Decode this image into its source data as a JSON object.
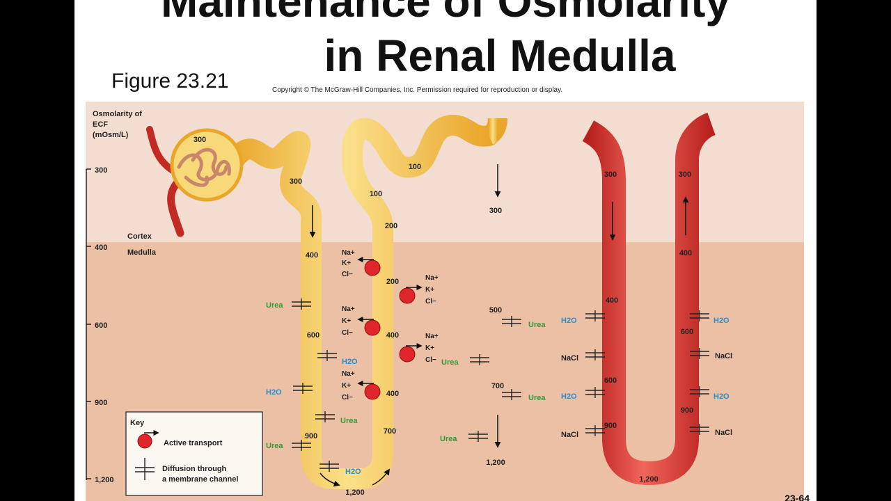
{
  "slide": {
    "title_line1": "Maintenance of Osmolarity",
    "title_line2": "in Renal Medulla",
    "figure_label": "Figure 23.21",
    "copyright": "Copyright © The McGraw-Hill Companies, Inc. Permission required for reproduction or display.",
    "slide_number": "23-64"
  },
  "diagram": {
    "axis_title": [
      "Osmolarity of",
      "ECF",
      "(mOsm/L)"
    ],
    "axis_ticks": [
      "300",
      "400",
      "600",
      "900",
      "1,200"
    ],
    "region_cortex": "Cortex",
    "region_medulla": "Medulla",
    "glomerulus_value": "300",
    "nephron_values": {
      "pct_300": "300",
      "desc_400": "400",
      "desc_600": "600",
      "desc_900": "900",
      "bottom_1200": "1,200",
      "asc_700": "700",
      "asc_400a": "400",
      "asc_400b": "400",
      "asc_200a": "200",
      "asc_200b": "200",
      "asc_100a": "100",
      "dct_100": "100",
      "cd_300": "300",
      "cd_500": "500",
      "cd_700": "700",
      "cd_1200": "1,200"
    },
    "vasa_values": {
      "left_300": "300",
      "left_400": "400",
      "left_600": "600",
      "left_900": "900",
      "bottom_1200": "1,200",
      "right_300": "300",
      "right_400": "400",
      "right_600": "600",
      "right_900": "900"
    },
    "substances": {
      "urea": "Urea",
      "water": "H2O",
      "nacl": "NaCl",
      "na": "Na+",
      "k": "K+",
      "cl": "Cl−"
    },
    "key": {
      "title": "Key",
      "active": "Active transport",
      "diffusion_line1": "Diffusion through",
      "diffusion_line2": "a membrane channel"
    },
    "colors": {
      "cortex_bg": "#f3ddd0",
      "medulla_bg": "#ebc0a4",
      "tubule": "#f6c548",
      "vessel": "#dc3a35",
      "pump": "#e0262b",
      "urea_text": "#2e9d3a",
      "water_text": "#2a8fd0"
    }
  }
}
